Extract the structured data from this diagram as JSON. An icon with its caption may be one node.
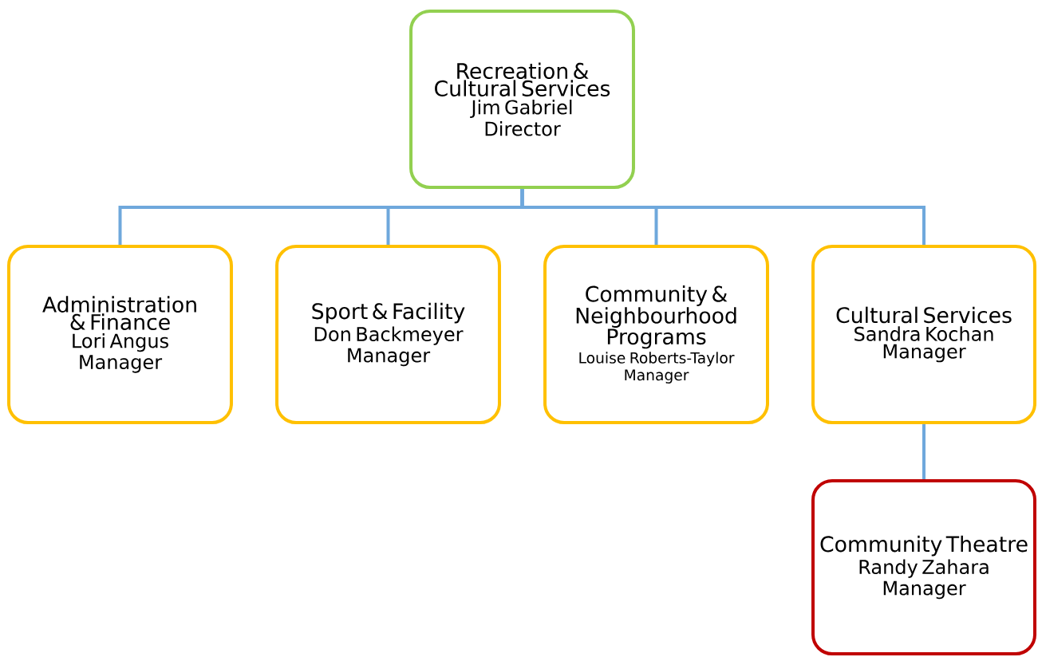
{
  "diagram": {
    "nodes": [
      {
        "text": [
          "Recreation & Cultural Services",
          "Jim Gabriel",
          "Director"
        ]
      },
      {
        "text": [
          "Administration & Finance",
          "Lori Angus",
          "Manager"
        ]
      },
      {
        "text": [
          "Sport & Facility",
          "Don Backmeyer",
          "Manager"
        ]
      },
      {
        "text": [
          "Community & Neighbourhood Programs",
          "Louise Roberts-Taylor",
          "Manager"
        ]
      },
      {
        "text": [
          "Cultural Services",
          "Sandra Kochan",
          "Manager"
        ]
      },
      {
        "text": [
          "Community Theatre",
          "Randy Zahara",
          "Manager"
        ]
      }
    ],
    "edges": [
      {
        "from": 0,
        "to": 1,
        "arrow": "none"
      },
      {
        "from": 0,
        "to": 2,
        "arrow": "none"
      },
      {
        "from": 0,
        "to": 3,
        "arrow": "none"
      },
      {
        "from": 0,
        "to": 4,
        "arrow": "none"
      },
      {
        "from": 4,
        "to": 5,
        "arrow": "none"
      }
    ]
  }
}
